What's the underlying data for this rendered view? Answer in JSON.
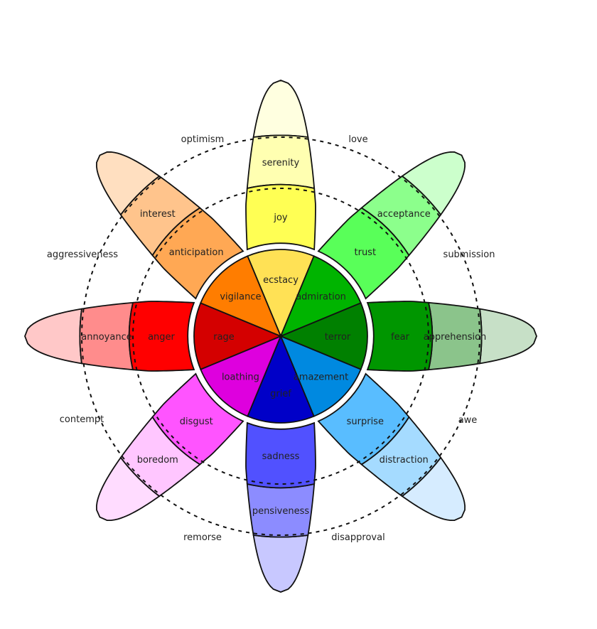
{
  "title": "Plutchik's wheel of emotions",
  "petals": [
    {
      "direction": "up",
      "tip_color": "#ffffe0",
      "layers": [
        {
          "label": "ecstacy",
          "color": "#ffe155"
        },
        {
          "label": "joy",
          "color": "#ffff54"
        },
        {
          "label": "serenity",
          "color": "#ffffb1"
        }
      ]
    },
    {
      "direction": "up-right",
      "tip_color": "#ccffcc",
      "layers": [
        {
          "label": "admiration",
          "color": "#00b400"
        },
        {
          "label": "trust",
          "color": "#59ff59"
        },
        {
          "label": "acceptance",
          "color": "#8cff8c"
        }
      ]
    },
    {
      "direction": "right",
      "tip_color": "#c7e0c7",
      "layers": [
        {
          "label": "terror",
          "color": "#008000"
        },
        {
          "label": "fear",
          "color": "#009600"
        },
        {
          "label": "apprehension",
          "color": "#8bc48b"
        }
      ]
    },
    {
      "direction": "down-right",
      "tip_color": "#d6ecff",
      "layers": [
        {
          "label": "amazement",
          "color": "#0089e0"
        },
        {
          "label": "surprise",
          "color": "#59bdff"
        },
        {
          "label": "distraction",
          "color": "#a5dbff"
        }
      ]
    },
    {
      "direction": "down",
      "tip_color": "#c8c8ff",
      "layers": [
        {
          "label": "grief",
          "color": "#0000c8"
        },
        {
          "label": "sadness",
          "color": "#5151ff"
        },
        {
          "label": "pensiveness",
          "color": "#8c8cff"
        }
      ]
    },
    {
      "direction": "down-left",
      "tip_color": "#ffdcff",
      "layers": [
        {
          "label": "loathing",
          "color": "#de00de"
        },
        {
          "label": "disgust",
          "color": "#ff54ff"
        },
        {
          "label": "boredom",
          "color": "#ffc6ff"
        }
      ]
    },
    {
      "direction": "left",
      "tip_color": "#ffc8c8",
      "layers": [
        {
          "label": "rage",
          "color": "#d40000"
        },
        {
          "label": "anger",
          "color": "#ff0000"
        },
        {
          "label": "annoyance",
          "color": "#ff8c8c"
        }
      ]
    },
    {
      "direction": "up-left",
      "tip_color": "#ffdfc0",
      "layers": [
        {
          "label": "vigilance",
          "color": "#ff7d00"
        },
        {
          "label": "anticipation",
          "color": "#ffa854"
        },
        {
          "label": "interest",
          "color": "#ffc48c"
        }
      ]
    }
  ],
  "dyads": [
    {
      "label": "love",
      "position": "up-right"
    },
    {
      "label": "submission",
      "position": "right-up"
    },
    {
      "label": "awe",
      "position": "right-down"
    },
    {
      "label": "disapproval",
      "position": "down-right"
    },
    {
      "label": "remorse",
      "position": "down-left"
    },
    {
      "label": "contempt",
      "position": "left-down"
    },
    {
      "label": "aggressiveness",
      "position": "left-up"
    },
    {
      "label": "optimism",
      "position": "up-left"
    }
  ]
}
